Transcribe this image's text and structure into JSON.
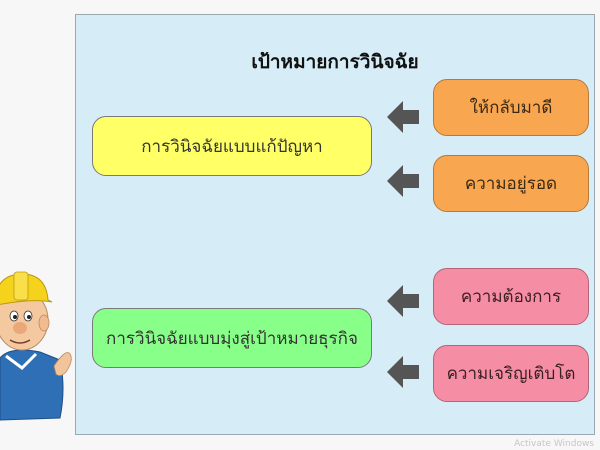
{
  "diagram": {
    "title": "เป้าหมายการวินิจฉัย",
    "goals": [
      {
        "label": "การวินิจฉัยแบบแก้ปัญหา",
        "color": "#ffff66"
      },
      {
        "label": "การวินิจฉัยแบบมุ่งสู่เป้าหมายธุรกิจ",
        "color": "#88ff88"
      }
    ],
    "factors": [
      {
        "label": "ให้กลับมาดี",
        "color": "#f9a650"
      },
      {
        "label": "ความอยู่รอด",
        "color": "#f9a650"
      },
      {
        "label": "ความต้องการ",
        "color": "#f58da4"
      },
      {
        "label": "ความเจริญเติบโต",
        "color": "#f58da4"
      }
    ],
    "arrow_color": "#555555"
  },
  "watermark": "Activate Windows"
}
